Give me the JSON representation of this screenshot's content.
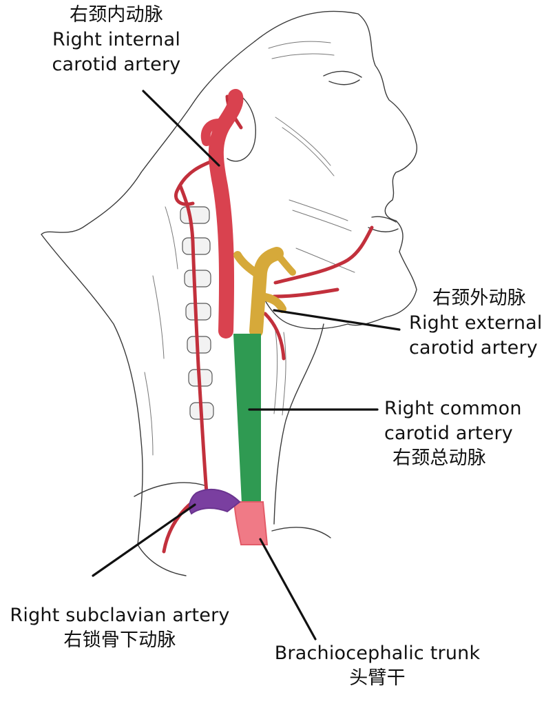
{
  "labels": {
    "internal_carotid": {
      "zh": "右颈内动脉",
      "en_line1": "Right internal",
      "en_line2": "carotid artery"
    },
    "external_carotid": {
      "zh": "右颈外动脉",
      "en_line1": "Right external",
      "en_line2": "carotid artery"
    },
    "common_carotid": {
      "en_line1": "Right common",
      "en_line2": "carotid artery",
      "zh": "右颈总动脉"
    },
    "subclavian": {
      "en": "Right subclavian artery",
      "zh": "右锁骨下动脉"
    },
    "brachiocephalic": {
      "en": "Brachiocephalic trunk",
      "zh": "头臂干"
    }
  },
  "colors": {
    "internal_carotid": "#d9424f",
    "external_carotid": "#d6a93a",
    "common_carotid": "#2f9a52",
    "subclavian": "#7a3fa0",
    "brachiocephalic": "#f07a86",
    "small_arteries": "#c2303c"
  }
}
